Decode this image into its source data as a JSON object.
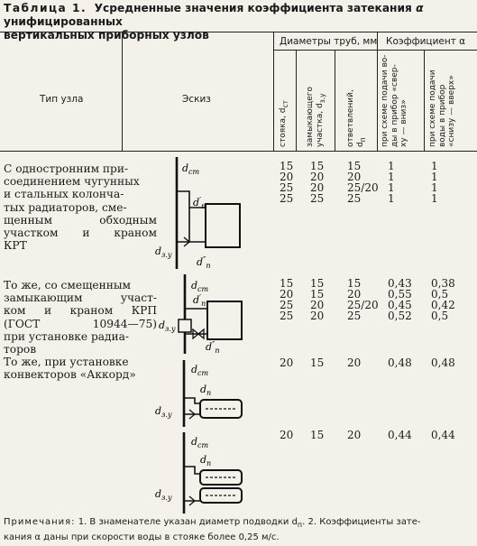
{
  "table": {
    "label": "Таблица 1.",
    "title_part1": "Усредненные  значения коэффициента затекания ",
    "alpha": "α",
    "title_part2": " унифицированных",
    "title_line2": "вертикальных приборных узлов"
  },
  "header": {
    "type": "Тип узла",
    "sketch": "Эскиз",
    "diameters": "Диаметры труб, мм",
    "coefficient": "Коэффициент α",
    "riser": "стояка, d",
    "riser_sub": "ст",
    "closing_1": "замыкающего",
    "closing_2": "участка, d",
    "closing_sub": "з.у",
    "branch_1": "ответвлений,",
    "branch_2": "d",
    "branch_sub": "п",
    "topdown_1": "при схеме подачи во-",
    "topdown_2": "ды в прибор «свер-",
    "topdown_3": "ху — вниз»",
    "bottomup_1": "при схеме подачи",
    "bottomup_2": "воды в прибор",
    "bottomup_3": "«снизу — вверх»"
  },
  "rows": [
    {
      "desc": [
        "С одностронним при-",
        "соединением чугунных",
        "и стальных колонча-",
        "тых радиаторов, сме-",
        "щенным  обходным",
        "участком  и  краном",
        "КРТ"
      ],
      "values": [
        [
          "15",
          "15",
          "15",
          "1",
          "1"
        ],
        [
          "20",
          "20",
          "20",
          "1",
          "1"
        ],
        [
          "25",
          "20",
          "25/20",
          "1",
          "1"
        ],
        [
          "25",
          "25",
          "25",
          "1",
          "1"
        ]
      ]
    },
    {
      "desc": [
        "То же, со смещенным",
        "замыкающим   участ-",
        "ком  и  краном  КРП",
        "(ГОСТ      10944—75)",
        "при установке радиа-",
        "торов"
      ],
      "values": [
        [
          "15",
          "15",
          "15",
          "0,43",
          "0,38"
        ],
        [
          "20",
          "15",
          "20",
          "0,55",
          "0,5"
        ],
        [
          "25",
          "20",
          "25/20",
          "0,45",
          "0,42"
        ],
        [
          "25",
          "20",
          "25",
          "0,52",
          "0,5"
        ]
      ]
    },
    {
      "desc": [
        "То же, при установке",
        "конвекторов «Аккорд»"
      ],
      "values": [
        [
          "20",
          "15",
          "20",
          "0,48",
          "0,48"
        ]
      ]
    },
    {
      "desc": [],
      "values": [
        [
          "20",
          "15",
          "20",
          "0,44",
          "0,44"
        ]
      ]
    }
  ],
  "sketch_labels": {
    "d": "d",
    "st": "ст",
    "p": "п",
    "zu": "з.у",
    "prime": "′",
    "dprime": "″"
  },
  "notes": {
    "label": "Примечания:",
    "text1": " 1. В знаменателе указан диаметр подводки d",
    "sub": "п",
    "text2": ".  2.  Коэффициенты  зате-",
    "text3": "кания α даны при скорости воды в стояке более 0,25 м/с."
  }
}
